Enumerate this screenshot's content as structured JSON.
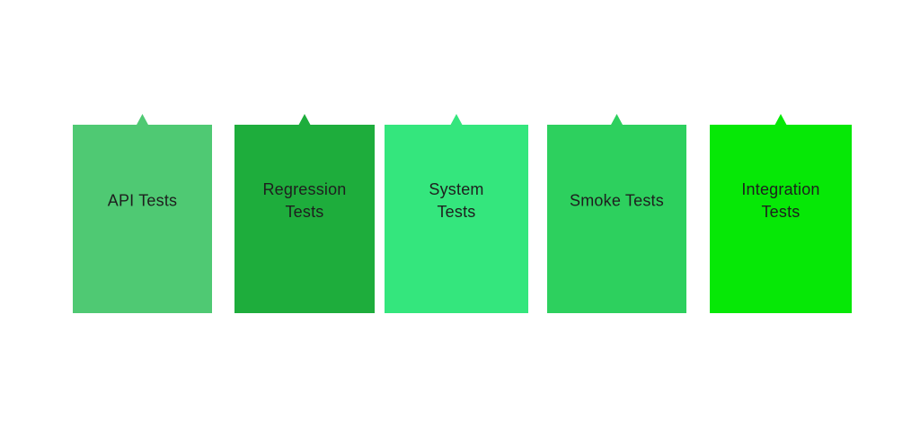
{
  "page": {
    "background_color": "#ffffff",
    "text_color": "#1e1e1e"
  },
  "arrow_icon": "triangle-up",
  "boxes": [
    {
      "label": "API Tests",
      "lines": [
        "API Tests"
      ],
      "color": "#4fc973"
    },
    {
      "label": "Regression Tests",
      "lines": [
        "Regression",
        "Tests"
      ],
      "color": "#1ead3c"
    },
    {
      "label": "System Tests",
      "lines": [
        "System",
        "Tests"
      ],
      "color": "#34e67d"
    },
    {
      "label": "Smoke Tests",
      "lines": [
        "Smoke Tests"
      ],
      "color": "#2dd05e"
    },
    {
      "label": "Integration Tests",
      "lines": [
        "Integration",
        "Tests"
      ],
      "color": "#06e806"
    }
  ]
}
